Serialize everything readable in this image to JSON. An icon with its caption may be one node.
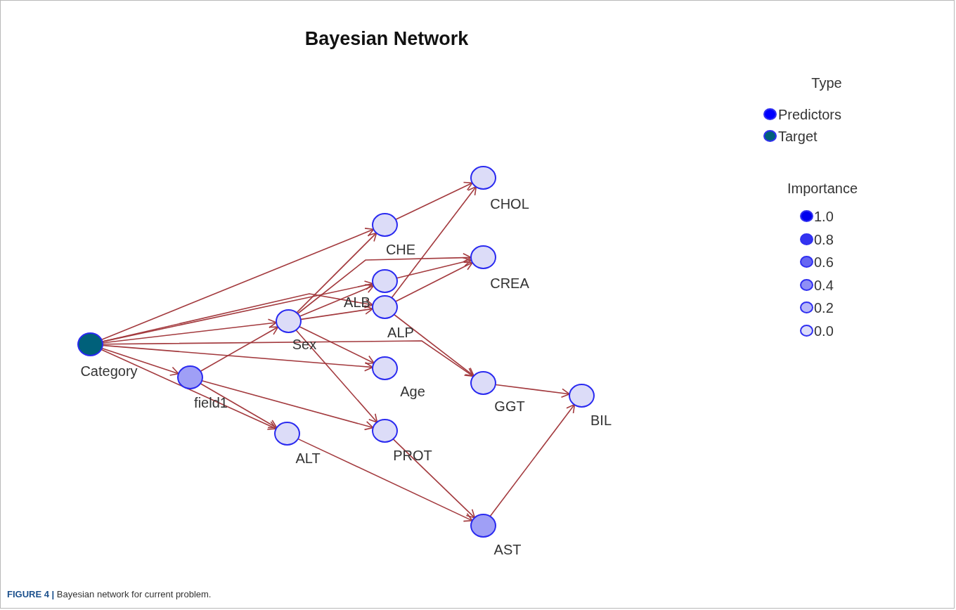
{
  "diagram": {
    "title": "Bayesian Network",
    "caption": "**FIGURE 4 |** Bayesian network for current problem.",
    "nodes": [
      {
        "text": [
          "Category"
        ]
      },
      {
        "text": [
          "field1"
        ]
      },
      {
        "text": [
          "Sex"
        ]
      },
      {
        "text": [
          "ALT"
        ]
      },
      {
        "text": [
          "CHE"
        ]
      },
      {
        "text": [
          "ALB"
        ]
      },
      {
        "text": [
          "ALP"
        ]
      },
      {
        "text": [
          "Age"
        ]
      },
      {
        "text": [
          "PROT"
        ]
      },
      {
        "text": [
          "CHOL"
        ]
      },
      {
        "text": [
          "CREA"
        ]
      },
      {
        "text": [
          "GGT"
        ]
      },
      {
        "text": [
          "AST"
        ]
      },
      {
        "text": [
          "BIL"
        ]
      }
    ],
    "edges": [
      {
        "from": 0,
        "to": 1,
        "arrow": "to"
      },
      {
        "from": 0,
        "to": 2,
        "arrow": "to"
      },
      {
        "from": 0,
        "to": 3,
        "arrow": "to"
      },
      {
        "from": 0,
        "to": 4,
        "arrow": "to"
      },
      {
        "from": 0,
        "to": 5,
        "arrow": "to"
      },
      {
        "from": 0,
        "to": 6,
        "arrow": "to"
      },
      {
        "from": 0,
        "to": 7,
        "arrow": "to"
      },
      {
        "from": 0,
        "to": 11,
        "arrow": "to"
      },
      {
        "from": 1,
        "to": 2,
        "arrow": "to"
      },
      {
        "from": 1,
        "to": 3,
        "arrow": "to"
      },
      {
        "from": 1,
        "to": 8,
        "arrow": "to"
      },
      {
        "from": 2,
        "to": 4,
        "arrow": "to"
      },
      {
        "from": 2,
        "to": 5,
        "arrow": "to"
      },
      {
        "from": 2,
        "to": 6,
        "arrow": "to"
      },
      {
        "from": 2,
        "to": 10,
        "arrow": "to"
      },
      {
        "from": 2,
        "to": 7,
        "arrow": "to"
      },
      {
        "from": 2,
        "to": 8,
        "arrow": "to"
      },
      {
        "from": 4,
        "to": 9,
        "arrow": "to"
      },
      {
        "from": 5,
        "to": 10,
        "arrow": "to"
      },
      {
        "from": 6,
        "to": 9,
        "arrow": "to"
      },
      {
        "from": 6,
        "to": 10,
        "arrow": "to"
      },
      {
        "from": 6,
        "to": 11,
        "arrow": "to"
      },
      {
        "from": 11,
        "to": 13,
        "arrow": "to"
      },
      {
        "from": 3,
        "to": 12,
        "arrow": "to"
      },
      {
        "from": 8,
        "to": 12,
        "arrow": "to"
      },
      {
        "from": 12,
        "to": 13,
        "arrow": "to"
      }
    ],
    "labels": [
      "Type",
      "Importance"
    ],
    "legend": [
      {
        "text": "Predictors",
        "color": "#0000ff"
      },
      {
        "text": "Target",
        "color": "#00607a"
      },
      {
        "text": "1.0",
        "color": "#0000ee"
      },
      {
        "text": "0.8",
        "color": "#3333f0"
      },
      {
        "text": "0.6",
        "color": "#6666f2"
      },
      {
        "text": "0.4",
        "color": "#8f8ff5"
      },
      {
        "text": "0.2",
        "color": "#b8b8f8"
      },
      {
        "text": "0.0",
        "color": "#dcdcf8"
      }
    ]
  }
}
